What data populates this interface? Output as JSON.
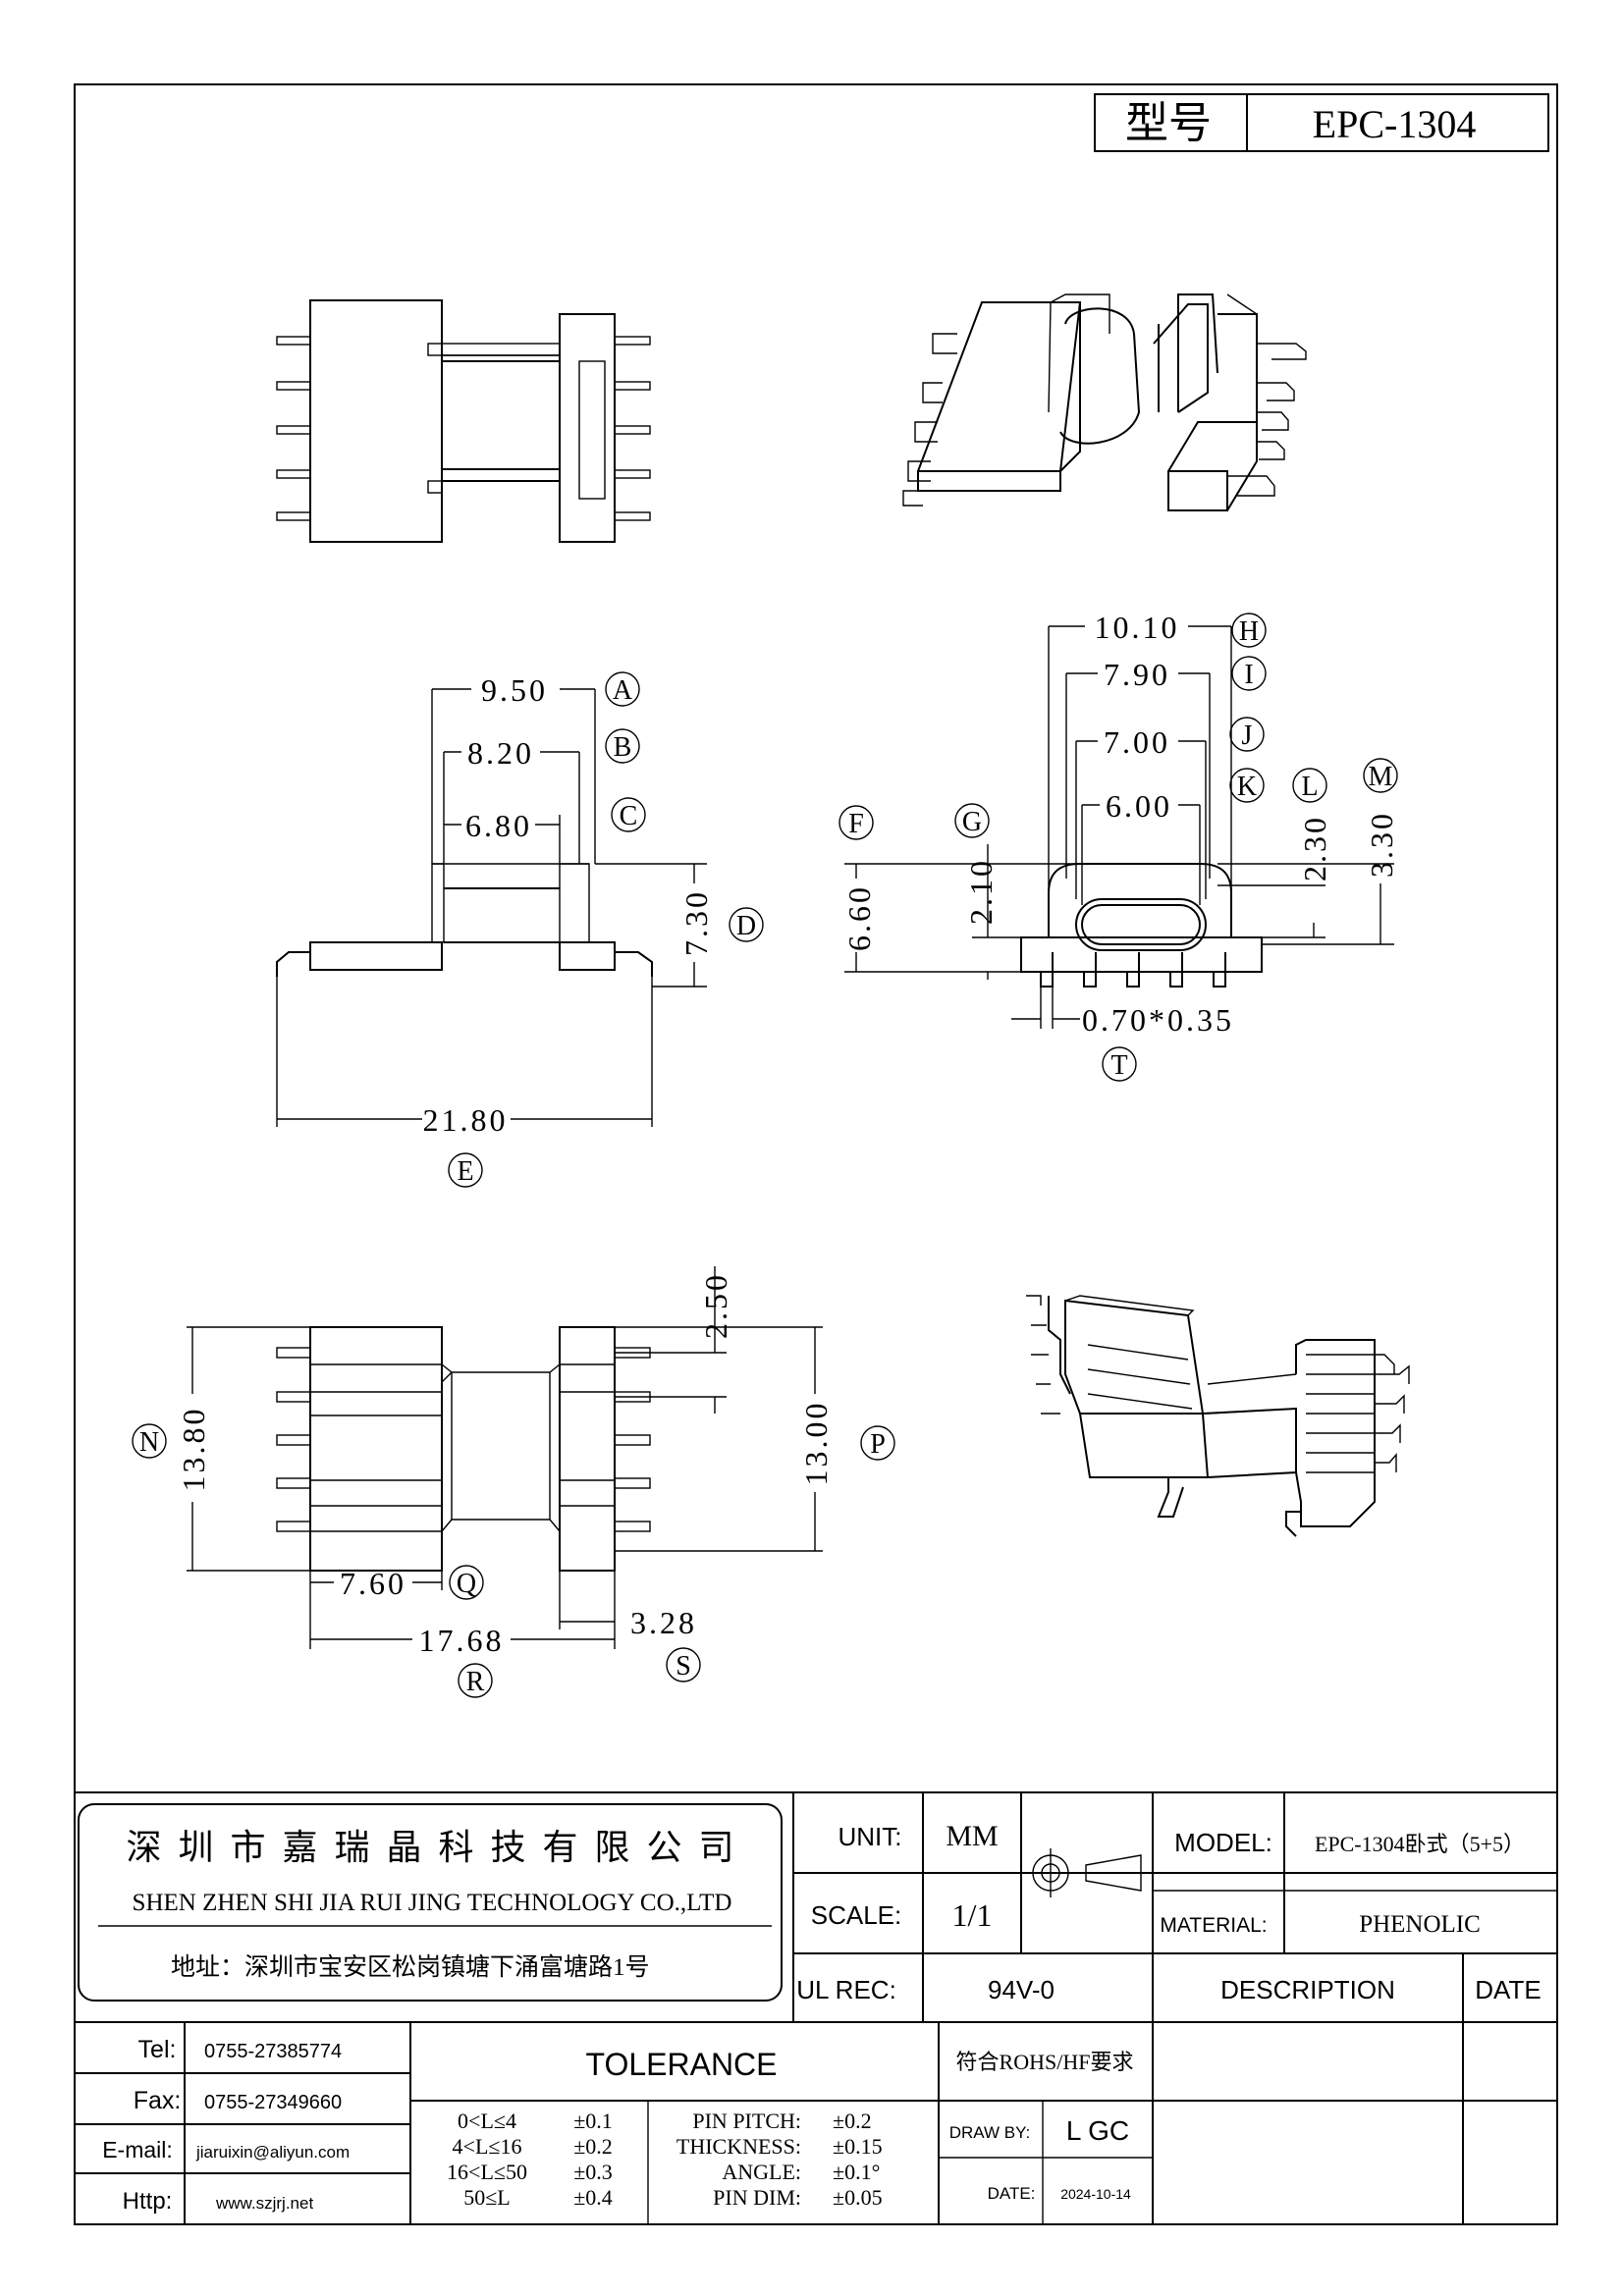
{
  "header": {
    "model_label": "型号",
    "model_value": "EPC-1304"
  },
  "dimensions": {
    "A": "9.50",
    "B": "8.20",
    "C": "6.80",
    "D": "7.30",
    "E": "21.80",
    "H": "10.10",
    "I": "7.90",
    "J": "7.00",
    "K": "6.00",
    "F": "6.60",
    "G": "2.10",
    "L": "2.30",
    "M": "3.30",
    "T": "0.70*0.35",
    "N": "13.80",
    "O": "2.50",
    "P": "13.00",
    "Q": "7.60",
    "R": "17.68",
    "S": "3.28"
  },
  "callouts": [
    "A",
    "B",
    "C",
    "D",
    "E",
    "F",
    "G",
    "H",
    "I",
    "J",
    "K",
    "L",
    "M",
    "N",
    "P",
    "Q",
    "R",
    "S",
    "T"
  ],
  "company": {
    "name_cn": "深 圳 市 嘉 瑞 晶 科 技 有 限 公 司",
    "name_en": "SHEN ZHEN SHI  JIA RUI JING  TECHNOLOGY CO.,LTD",
    "address": "地址：深圳市宝安区松岗镇塘下涌富塘路1号"
  },
  "specs": {
    "unit_label": "UNIT:",
    "unit_value": "MM",
    "scale_label": "SCALE:",
    "scale_value": "1/1",
    "ul_label": "UL REC:",
    "ul_value": "94V-0",
    "model_label": "MODEL:",
    "model_value": "EPC-1304卧式（5+5）",
    "material_label": "MATERIAL:",
    "material_value": "PHENOLIC",
    "description_label": "DESCRIPTION",
    "date_label": "DATE"
  },
  "contact": {
    "tel_label": "Tel:",
    "tel_value": "0755-27385774",
    "fax_label": "Fax:",
    "fax_value": "0755-27349660",
    "email_label": "E-mail:",
    "email_value": "jiaruixin@aliyun.com",
    "http_label": "Http:",
    "http_value": "www.szjrj.net"
  },
  "tolerance": {
    "title": "TOLERANCE",
    "ranges": [
      "0<L≤4",
      "4<L≤16",
      "16<L≤50",
      "50≤L"
    ],
    "range_values": [
      "±0.1",
      "±0.2",
      "±0.3",
      "±0.4"
    ],
    "items": [
      "PIN PITCH:",
      "THICKNESS:",
      "ANGLE:",
      "PIN DIM:"
    ],
    "item_values": [
      "±0.2",
      "±0.15",
      "±0.1°",
      "±0.05"
    ]
  },
  "rohs": "符合ROHS/HF要求",
  "draw": {
    "label": "DRAW BY:",
    "value": "L GC"
  },
  "date": {
    "label": "DATE:",
    "value": "2024-10-14"
  }
}
